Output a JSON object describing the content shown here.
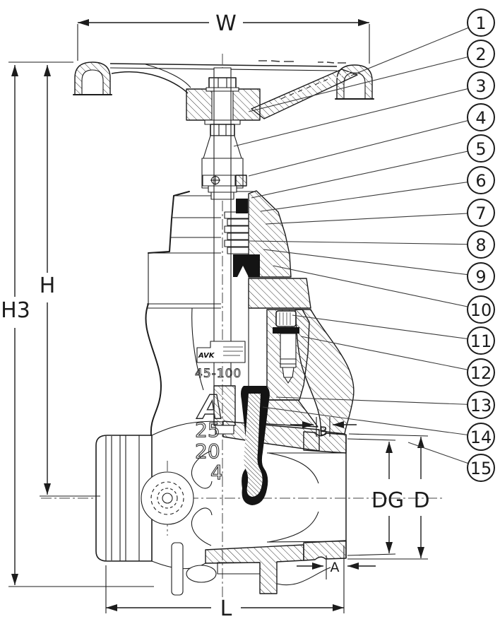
{
  "figure": {
    "kind": "Sectioned assembly drawing",
    "subject": "Resilient-seated gate valve with handwheel, half view / half section",
    "ink": "#1c1c1c",
    "paper": "#ffffff"
  },
  "dimension_labels": {
    "w": "W",
    "h": "H",
    "h3": "H3",
    "l": "L",
    "dg": "DG",
    "d": "D",
    "a": "A",
    "b": "B"
  },
  "callouts": [
    {
      "n": "1"
    },
    {
      "n": "2"
    },
    {
      "n": "3"
    },
    {
      "n": "4"
    },
    {
      "n": "5"
    },
    {
      "n": "6"
    },
    {
      "n": "7"
    },
    {
      "n": "8"
    },
    {
      "n": "9"
    },
    {
      "n": "10"
    },
    {
      "n": "11"
    },
    {
      "n": "12"
    },
    {
      "n": "13"
    },
    {
      "n": "14"
    },
    {
      "n": "15"
    }
  ],
  "cast_markings": {
    "model_code": "45-100",
    "brand_letter": "A",
    "size_marks": [
      "25",
      "20",
      "4"
    ]
  },
  "nameplate": {
    "brand": "AVK"
  }
}
